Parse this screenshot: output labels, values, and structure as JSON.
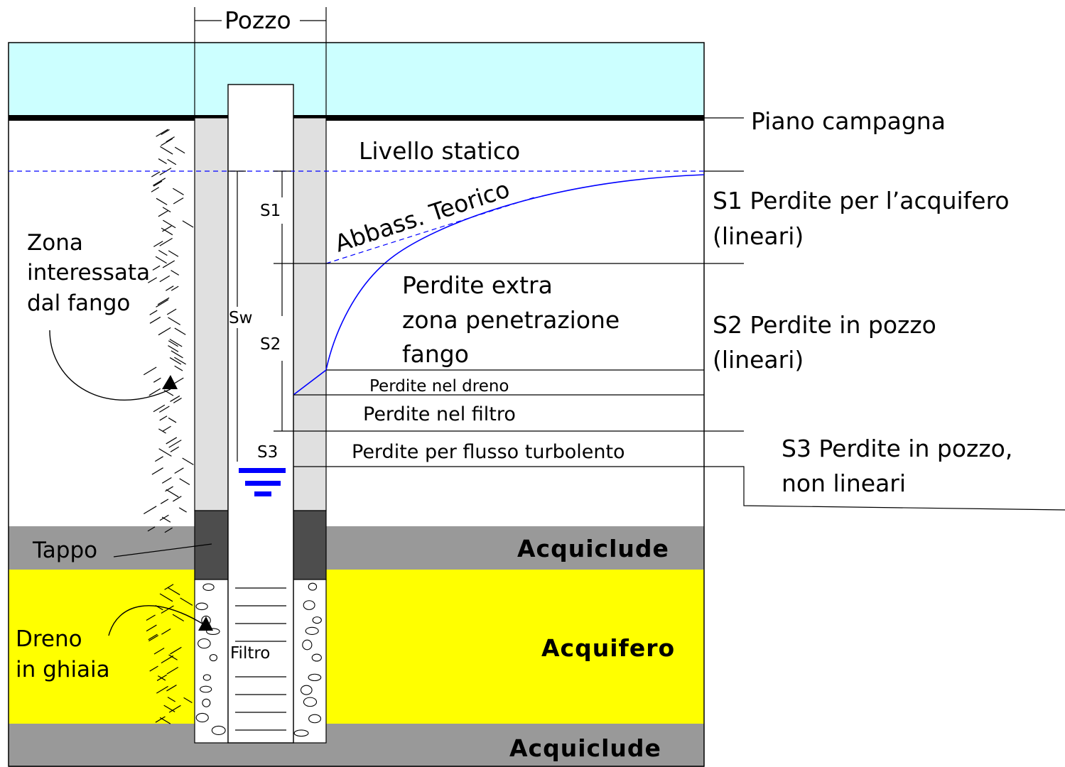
{
  "colors": {
    "sky": "#ccffff",
    "aquiclude": "#999999",
    "aquifer": "#ffff00",
    "well_annulus": "#e0e0e0",
    "plug": "#4d4d4d",
    "water_level_marker": "#0000ff",
    "drawdown_curve": "#0000ff",
    "static_level_line": "#0000ff",
    "outline": "#000000"
  },
  "labels": {
    "well": "Pozzo",
    "ground_level": "Piano campagna",
    "static_level": "Livello statico",
    "theoretical_drawdown": "Abbass. Teorico",
    "s1": "S1",
    "sw": "Sw",
    "s2": "S2",
    "s3": "S3",
    "s1_desc_line1": "S1 Perdite per l’acquifero",
    "s1_desc_line2": "(lineari)",
    "s2_desc_line1": "S2 Perdite in pozzo",
    "s2_desc_line2": "(lineari)",
    "s3_desc_line1": "S3 Perdite in pozzo,",
    "s3_desc_line2": "non lineari",
    "extra_zone_line1": "Perdite extra",
    "extra_zone_line2": "zona penetrazione",
    "extra_zone_line3": "fango",
    "drain_losses": "Perdite nel dreno",
    "filter_losses": "Perdite nel filtro",
    "turbulent_losses": "Perdite per flusso turbolento",
    "mud_zone_line1": "Zona",
    "mud_zone_line2": "interessata",
    "mud_zone_line3": "dal fango",
    "plug": "Tappo",
    "aquiclude_upper": "Acquiclude",
    "aquifer": "Acquifero",
    "aquiclude_lower": "Acquiclude",
    "gravel_drain_line1": "Dreno",
    "gravel_drain_line2": "in ghiaia",
    "filter": "Filtro"
  }
}
